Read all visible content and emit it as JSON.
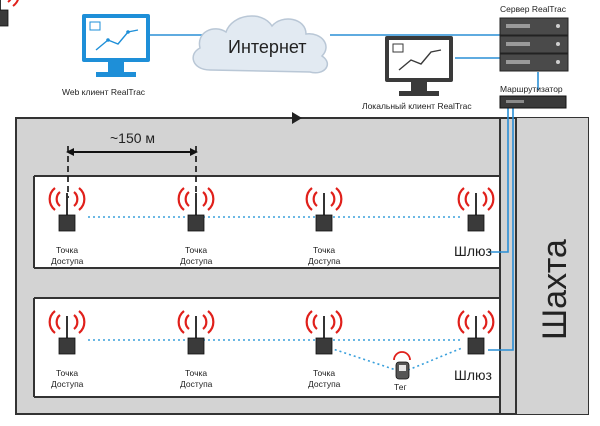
{
  "labels": {
    "internet": "Интернет",
    "web_client": "Web клиент RealTrac",
    "server": "Сервер RealTrac",
    "local_client": "Локальный клиент RealTrac",
    "router": "Маршрутизатор",
    "distance": "~150 м",
    "shaft": "Шахта",
    "gateway": "Шлюз",
    "tag": "Тег",
    "ap_line1": "Точка",
    "ap_line2": "Доступа"
  },
  "colors": {
    "link": "#2a8fd6",
    "tunnel": "#d3d3d3",
    "radio": "#e0201b",
    "device": "#3a3a3a"
  },
  "icons": {
    "cloud": "cloud-icon",
    "monitor": "monitor-icon",
    "server": "server-rack-icon",
    "router": "router-icon",
    "antenna": "antenna-icon",
    "tag": "tag-icon"
  }
}
